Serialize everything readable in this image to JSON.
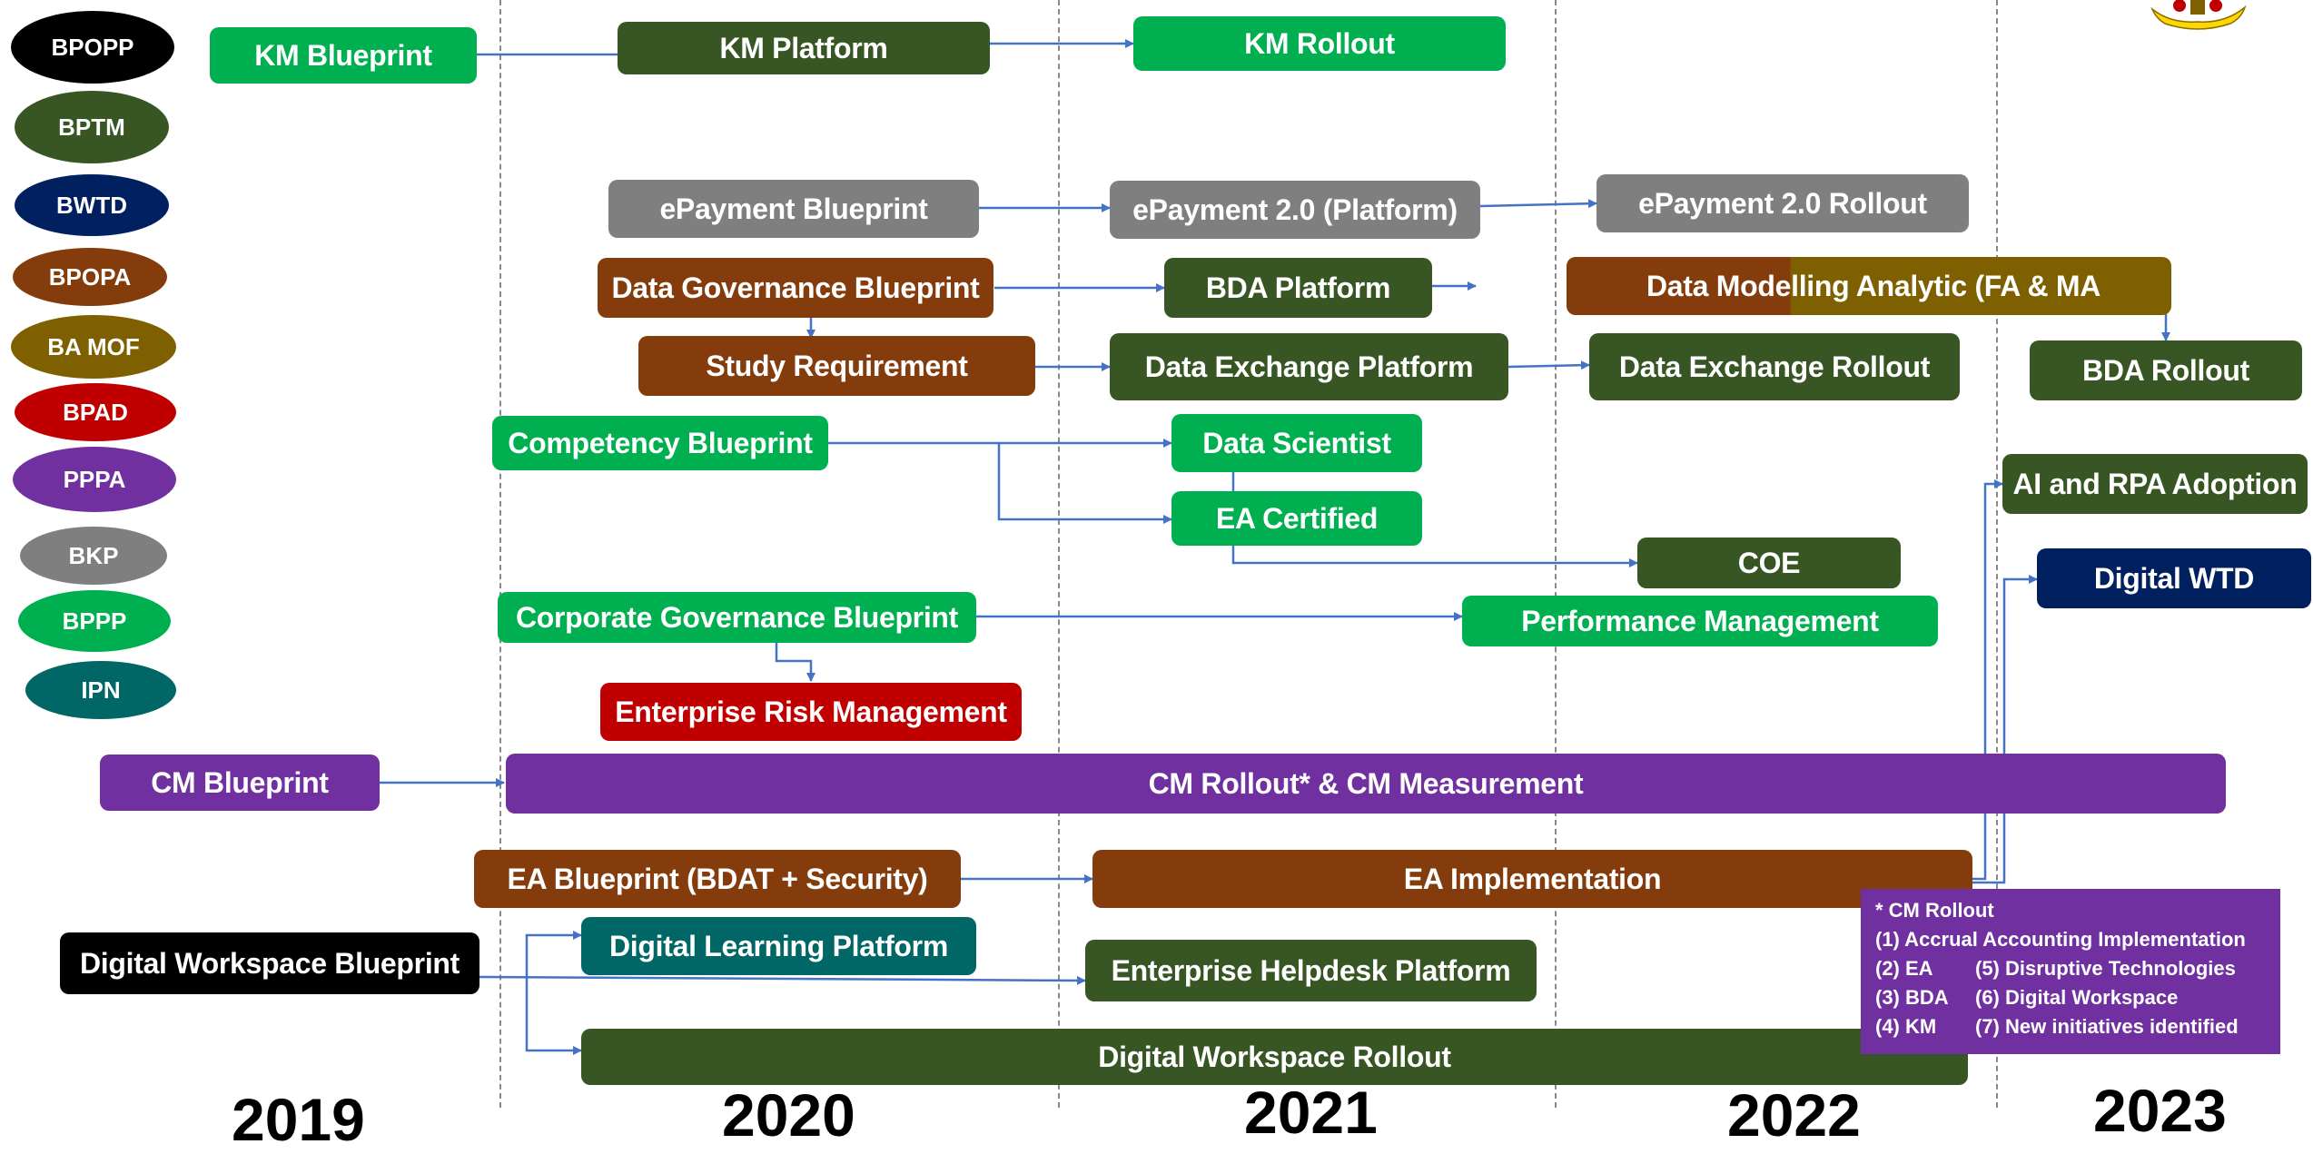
{
  "legend": [
    {
      "label": "BPOPP",
      "color": "#000000"
    },
    {
      "label": "BPTM",
      "color": "#375623"
    },
    {
      "label": "BWTD",
      "color": "#002060"
    },
    {
      "label": "BPOPA",
      "color": "#843c0c"
    },
    {
      "label": "BA MOF",
      "color": "#7f6000"
    },
    {
      "label": "BPAD",
      "color": "#c00000"
    },
    {
      "label": "PPPA",
      "color": "#7030a0"
    },
    {
      "label": "BKP",
      "color": "#7f7f7f"
    },
    {
      "label": "BPPP",
      "color": "#00b050"
    },
    {
      "label": "IPN",
      "color": "#006666"
    }
  ],
  "years": [
    "2019",
    "2020",
    "2021",
    "2022",
    "2023"
  ],
  "items": {
    "km_blueprint": "KM Blueprint",
    "km_platform": "KM Platform",
    "km_rollout": "KM Rollout",
    "epayment_blueprint": "ePayment Blueprint",
    "epayment_platform": "ePayment 2.0 (Platform)",
    "epayment_rollout": "ePayment 2.0 Rollout",
    "data_governance_blueprint": "Data Governance Blueprint",
    "bda_platform": "BDA  Platform",
    "data_modelling": "Data Modelling Analytic (FA & MA",
    "study_requirement": "Study Requirement",
    "data_exchange_platform": "Data Exchange Platform",
    "data_exchange_rollout": "Data Exchange Rollout",
    "bda_rollout": "BDA Rollout",
    "competency_blueprint": "Competency Blueprint",
    "data_scientist": "Data Scientist",
    "ea_certified": "EA Certified",
    "ai_rpa": "AI and RPA Adoption",
    "coe": "COE",
    "digital_wtd": "Digital WTD",
    "corporate_governance_blueprint": "Corporate Governance Blueprint",
    "performance_management": "Performance Management",
    "enterprise_risk_management": "Enterprise Risk Management",
    "cm_blueprint": "CM Blueprint",
    "cm_rollout": "CM Rollout* & CM Measurement",
    "ea_blueprint": "EA Blueprint (BDAT + Security)",
    "ea_implementation": "EA Implementation",
    "digital_workspace_blueprint": "Digital Workspace Blueprint",
    "digital_learning_platform": "Digital Learning Platform",
    "enterprise_helpdesk_platform": "Enterprise Helpdesk Platform",
    "digital_workspace_rollout": "Digital Workspace Rollout"
  },
  "note": {
    "title": "* CM Rollout",
    "line1": "(1) Accrual Accounting Implementation",
    "line2a": "(2) EA",
    "line2b": "(5) Disruptive Technologies",
    "line3a": "(3) BDA",
    "line3b": "(6) Digital Workspace",
    "line4a": "(4) KM",
    "line4b": "(7) New initiatives identified"
  },
  "colors": {
    "arrow": "#4472c4",
    "bppp_green": "#00b050",
    "bptm_dark_green": "#375623",
    "bkp_gray": "#7f7f7f",
    "bpopa_brown": "#843c0c",
    "ba_mof_olive": "#7f6000",
    "pppa_purple": "#7030a0",
    "bpad_red": "#c00000",
    "ipn_teal": "#006666",
    "bwtd_navy": "#002060",
    "bpopp_black": "#000000"
  }
}
